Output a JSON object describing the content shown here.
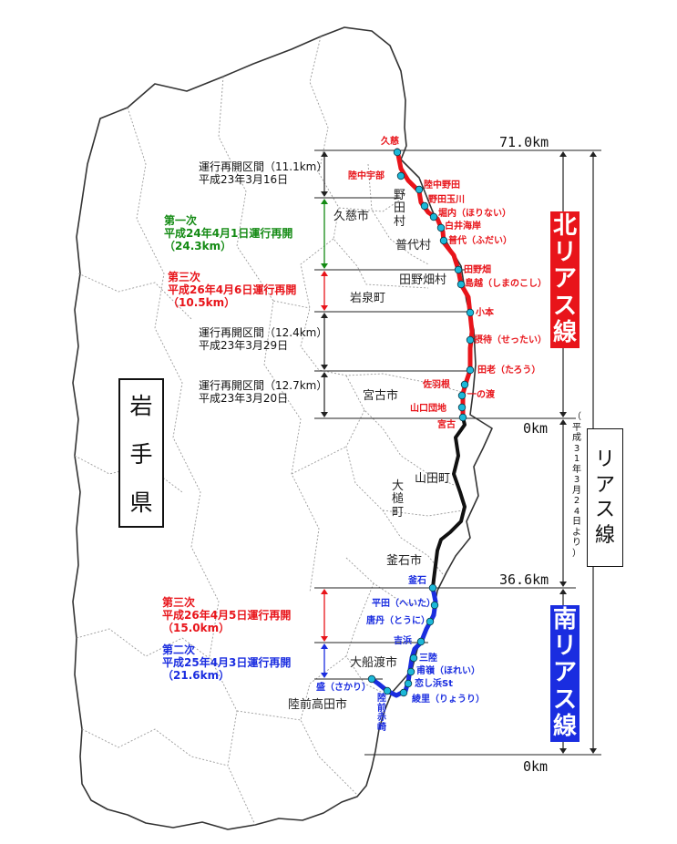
{
  "prefecture": {
    "chars": [
      "岩",
      "手",
      "県"
    ]
  },
  "distance_marks": {
    "top": "71.0km",
    "junction": "0km",
    "mid": "36.6km",
    "bottom": "0km"
  },
  "line_boxes": {
    "north": {
      "chars": [
        "北",
        "リ",
        "ア",
        "ス",
        "線"
      ],
      "color": "#e8141a"
    },
    "south": {
      "chars": [
        "南",
        "リ",
        "ア",
        "ス",
        "線"
      ],
      "color": "#1a2de0"
    },
    "rias": {
      "chars": [
        "リ",
        "ア",
        "ス",
        "線"
      ]
    },
    "since_date": {
      "chars": [
        "（",
        "平",
        "成",
        "3",
        "1",
        "年",
        "3",
        "月",
        "2",
        "4",
        "日",
        "よ",
        "り",
        "）"
      ]
    }
  },
  "sections": {
    "s1": {
      "title": "運行再開区間（11.1km）",
      "date": "平成23年3月16日"
    },
    "s2": {
      "line1": "第一次",
      "line2": "平成24年4月1日運行再開",
      "line3": "（24.3km）"
    },
    "s3": {
      "line1": "第三次",
      "line2": "平成26年4月6日運行再開",
      "line3": "（10.5km）"
    },
    "s4": {
      "title": "運行再開区間（12.4km）",
      "date": "平成23年3月29日"
    },
    "s5": {
      "title": "運行再開区間（12.7km）",
      "date": "平成23年3月20日"
    },
    "s6": {
      "line1": "第三次",
      "line2": "平成26年4月5日運行再開",
      "line3": "（15.0km）"
    },
    "s7": {
      "line1": "第二次",
      "line2": "平成25年4月3日運行再開",
      "line3": "（21.6km）"
    }
  },
  "municipalities": {
    "kuji": "久慈市",
    "noda": [
      "野",
      "田",
      "村"
    ],
    "fudai": "普代村",
    "tanohata": "田野畑村",
    "iwaizumi": "岩泉町",
    "miyako": "宮古市",
    "yamada": "山田町",
    "otsuchi": [
      "大",
      "槌",
      "町"
    ],
    "kamaishi": "釜石市",
    "ofunato": "大船渡市",
    "rikuzentakata": "陸前高田市"
  },
  "stations_north": {
    "kuji": "久慈",
    "rikuchu_ube": "陸中宇部",
    "rikuchu_noda": "陸中野田",
    "noda_tamagawa": "野田玉川",
    "horinai": "堀内（ほりない）",
    "shirai_kaigan": "白井海岸",
    "fudai": "普代（ふだい）",
    "tanohata": "田野畑",
    "shimanokoshi": "島越（しまのこし）",
    "omoto": "小本",
    "settai": "摂待（せったい）",
    "taro": "田老（たろう）",
    "sahane": "佐羽根",
    "ichinowatari": "一の渡",
    "yamaguchi_danchi": "山口団地",
    "miyako": "宮古"
  },
  "stations_south": {
    "kamaishi": "釜石",
    "heita": "平田（へいた）",
    "toni": "唐丹（とうに）",
    "yoshihama": "吉浜",
    "sanriku": "三陸",
    "horei": "甫嶺（ほれい）",
    "koishihama": "恋し浜St",
    "ryori": "綾里（りょうり）",
    "sakari": "盛（さかり）",
    "rikuzen_akasaki": [
      "陸",
      "前",
      "赤",
      "崎"
    ]
  }
}
